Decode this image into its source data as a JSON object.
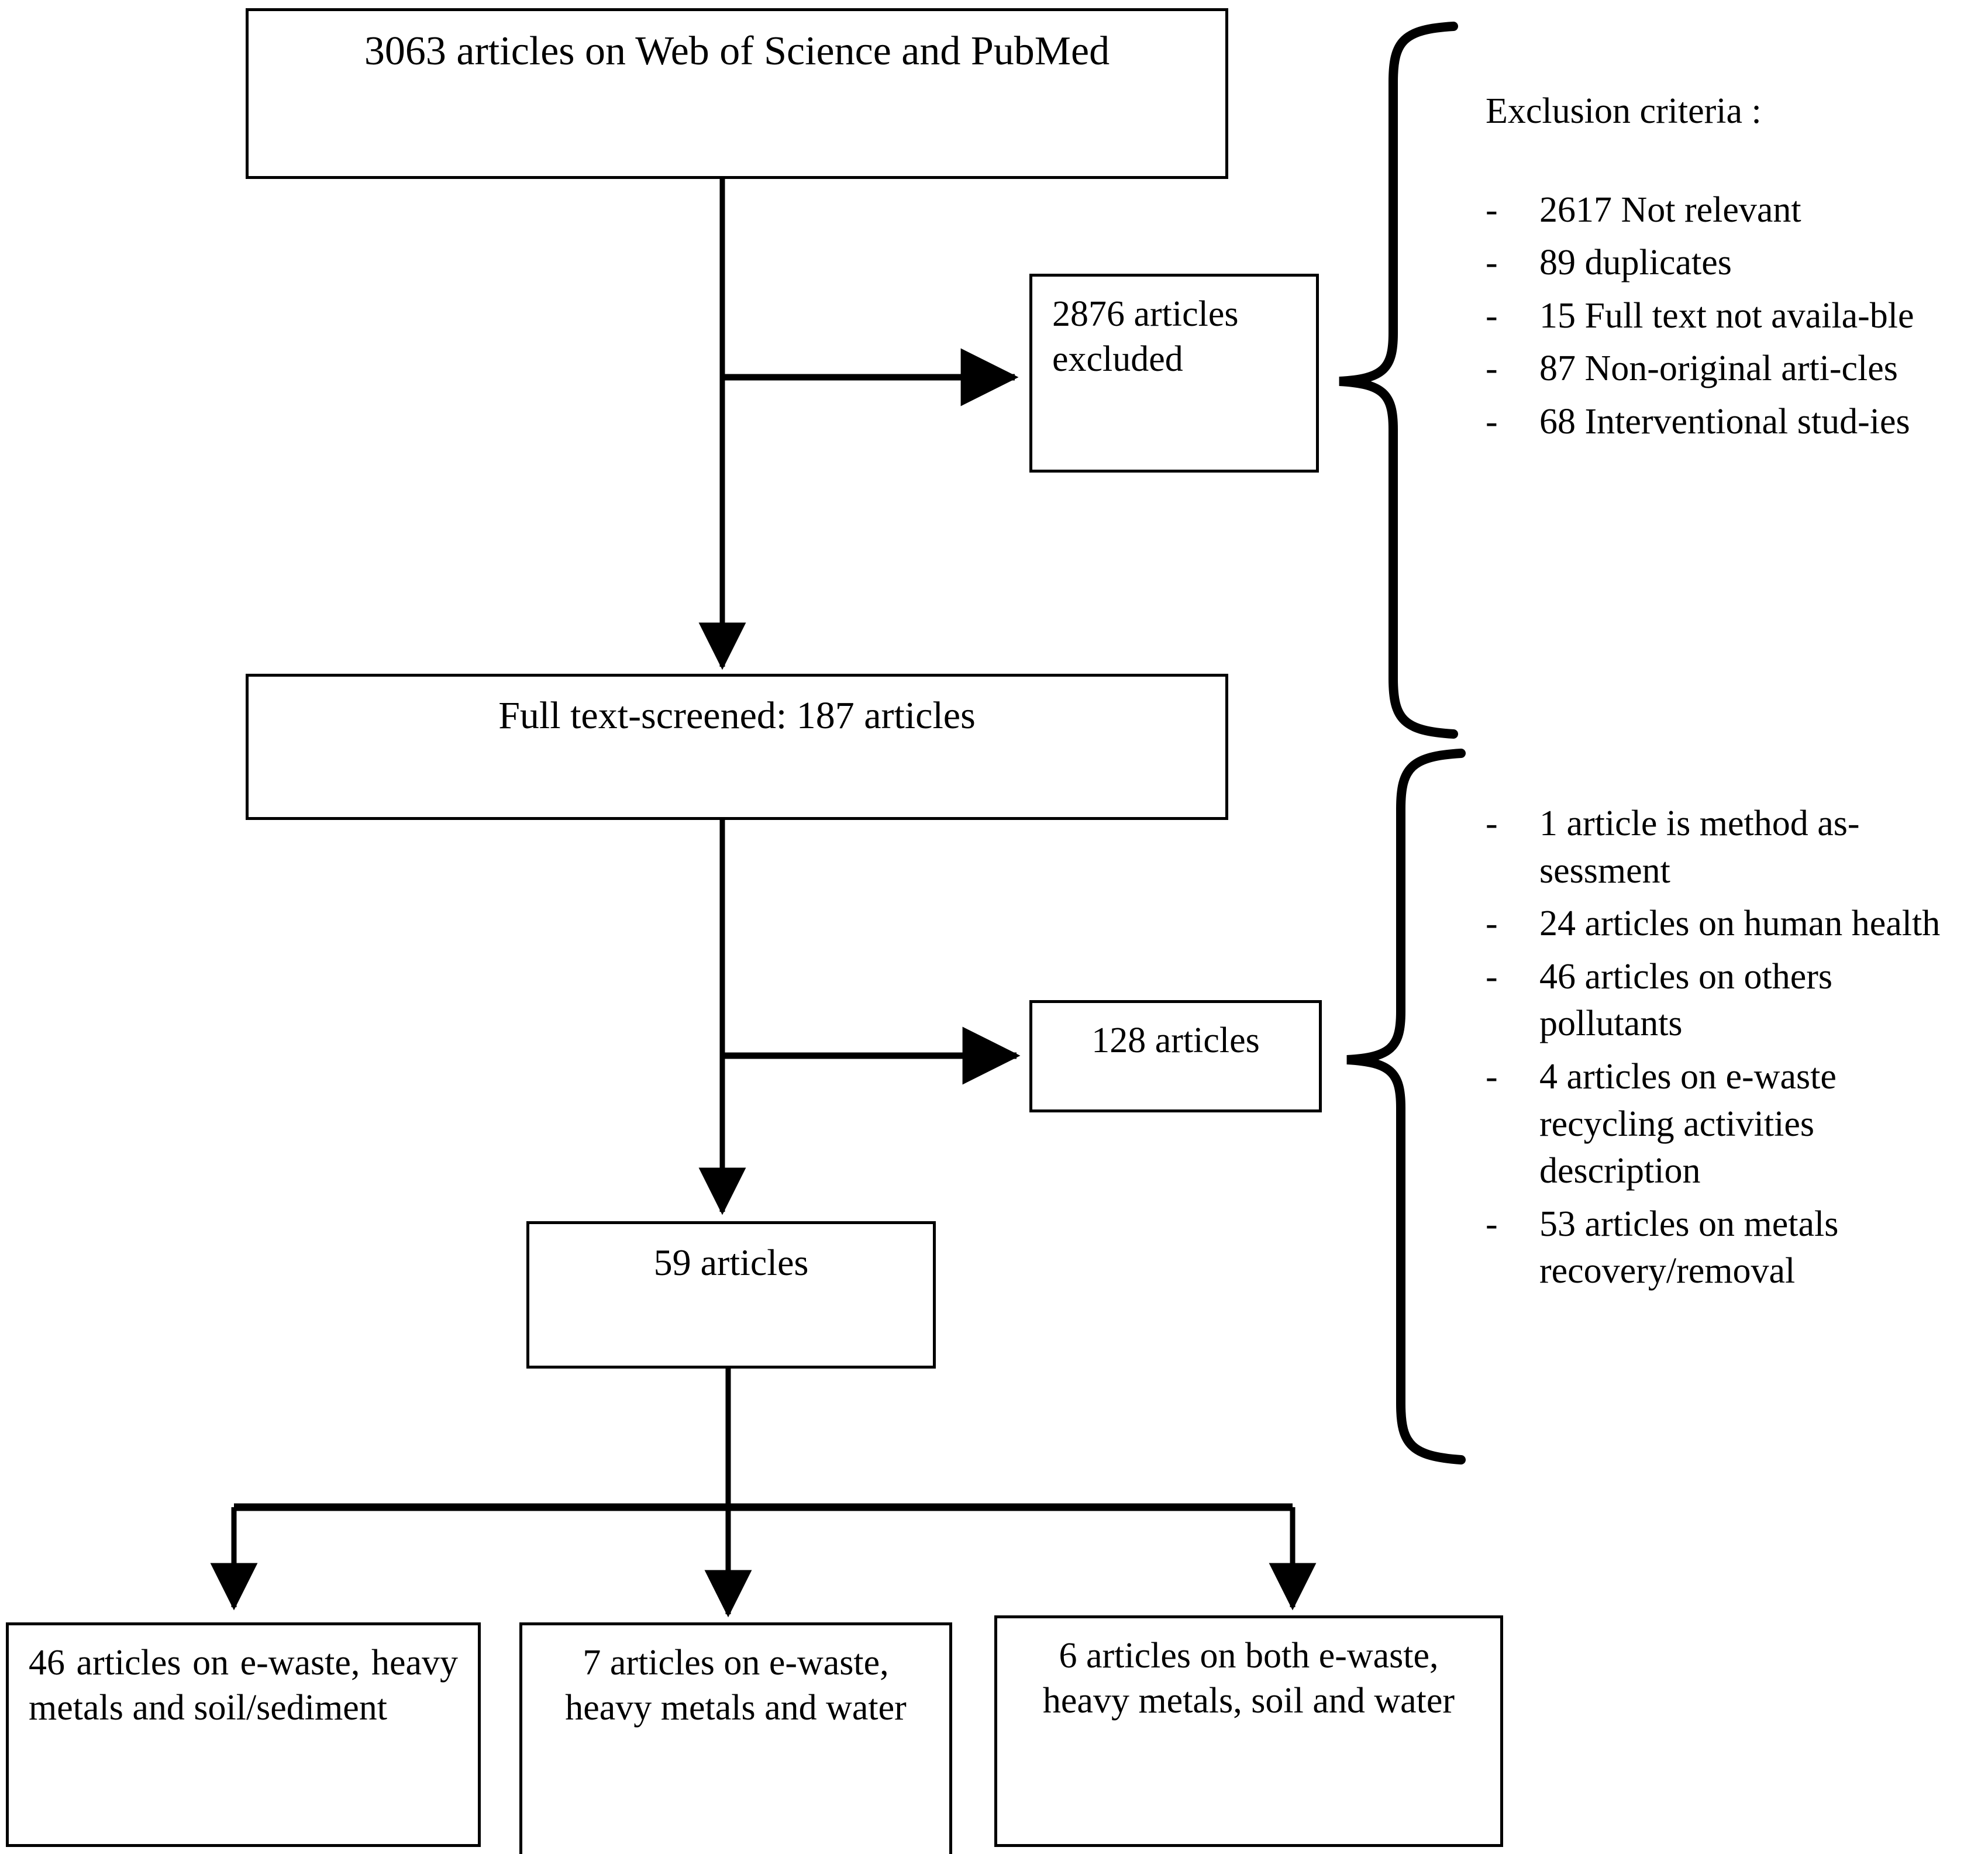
{
  "diagram": {
    "title_hidden": "",
    "nodes": {
      "source": {
        "text": "3063 articles on Web of Science and PubMed"
      },
      "excluded": {
        "text": "2876 articles excluded"
      },
      "fulltext": {
        "text": "Full text-screened: 187 articles"
      },
      "screened128": {
        "text": "128 articles"
      },
      "included59": {
        "text": "59 articles"
      },
      "outcome_soil": {
        "text": "46 articles on e-waste, heavy metals and soil/sediment"
      },
      "outcome_water": {
        "text": "7 articles on e-waste, heavy metals and water"
      },
      "outcome_both": {
        "text": "6 articles on both e-waste, heavy metals, soil and water"
      }
    },
    "criteria_stage_1": {
      "heading": "Exclusion criteria :",
      "bullet": "-",
      "items": [
        {
          "label": "2617 Not relevant"
        },
        {
          "label": "89 duplicates"
        },
        {
          "label": "15 Full text not availa-ble"
        },
        {
          "label": "87 Non-original arti-cles"
        },
        {
          "label": "68 Interventional stud-ies"
        }
      ]
    },
    "criteria_stage_2": {
      "heading": "",
      "bullet": "-",
      "items": [
        {
          "label": "1 article is method as-sessment"
        },
        {
          "label": "24 articles on human health"
        },
        {
          "label": "46 articles on others pollutants"
        },
        {
          "label": "4 articles on e-waste recycling activities description"
        },
        {
          "label": "53 articles on metals recovery/removal"
        }
      ]
    },
    "colors": {
      "stroke": "#000000",
      "fill": "#ffffff",
      "text": "#000000"
    }
  }
}
